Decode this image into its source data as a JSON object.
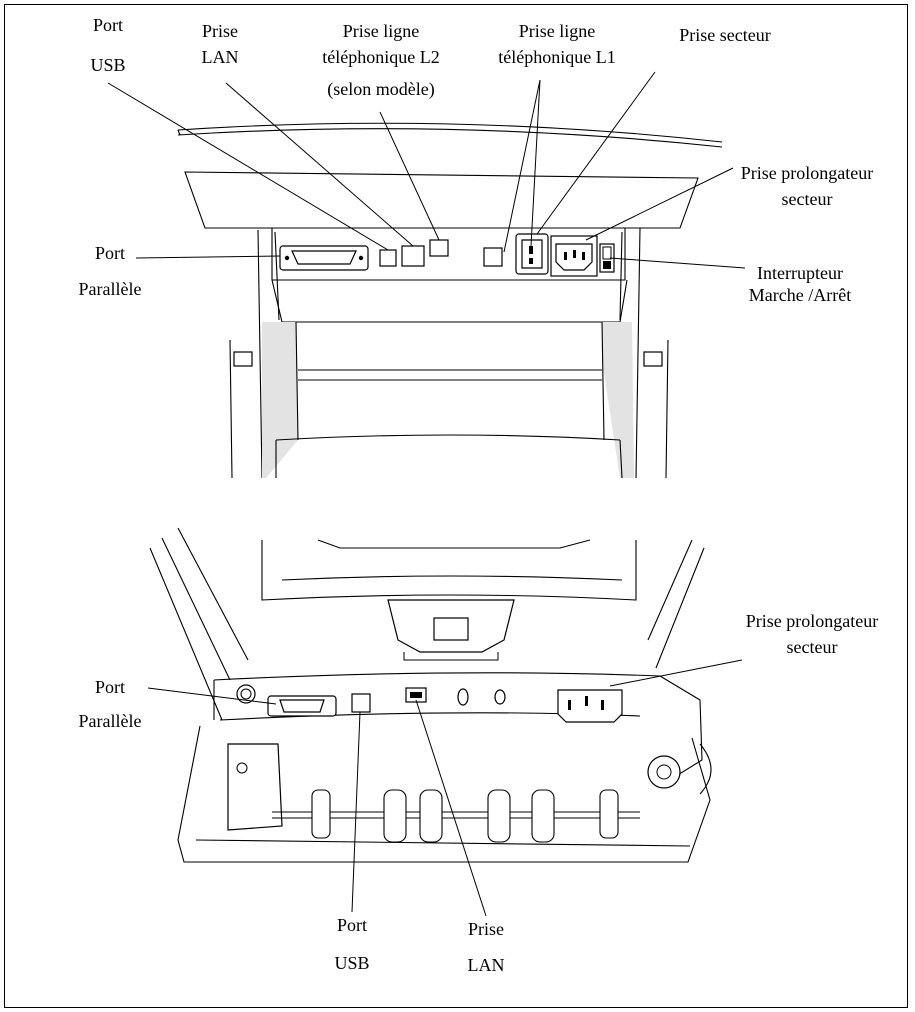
{
  "top_view": {
    "port_usb": [
      "Port",
      "USB"
    ],
    "prise_lan": [
      "Prise",
      "LAN"
    ],
    "prise_l2": [
      "Prise ligne",
      "téléphonique L2",
      "(selon modèle)"
    ],
    "prise_l1": [
      "Prise ligne",
      "téléphonique L1"
    ],
    "prise_secteur": "Prise secteur",
    "prise_prolongateur": [
      "Prise prolongateur",
      "secteur"
    ],
    "port_parallele": [
      "Port",
      "Parallèle"
    ],
    "interrupteur": [
      "Interrupteur",
      "Marche /Arrêt"
    ]
  },
  "bottom_view": {
    "prise_prolongateur": [
      "Prise prolongateur",
      "secteur"
    ],
    "port_parallele": [
      "Port",
      "Parallèle"
    ],
    "port_usb": [
      "Port",
      "USB"
    ],
    "prise_lan": [
      "Prise",
      "LAN"
    ]
  }
}
